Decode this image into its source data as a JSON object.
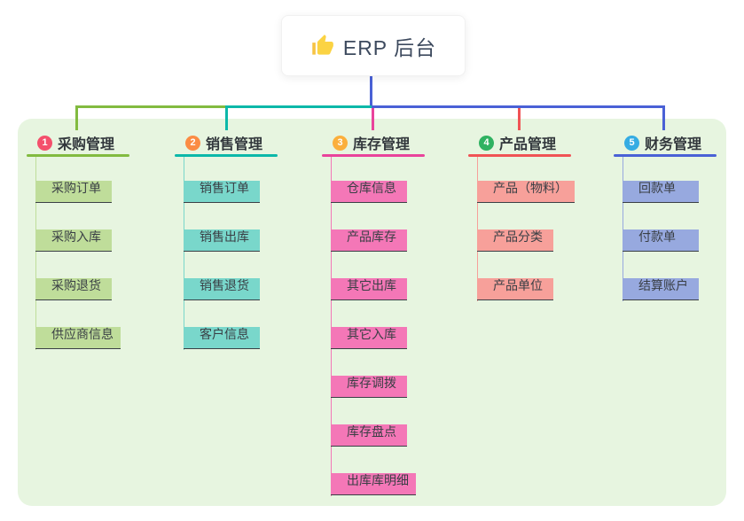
{
  "root": {
    "title": "ERP 后台",
    "icon": "thumbs-up-icon"
  },
  "canvas": {
    "panel_background": "#e7f5e0",
    "root_connector_color": "#4a61d6"
  },
  "branches": [
    {
      "index": "1",
      "label": "采购管理",
      "badge_color": "#f4506c",
      "line_color": "#82bb40",
      "child_line_color": "#bfdd9a",
      "children": [
        "采购订单",
        "采购入库",
        "采购退货",
        "供应商信息"
      ]
    },
    {
      "index": "2",
      "label": "销售管理",
      "badge_color": "#fb8c44",
      "line_color": "#0cb8a9",
      "child_line_color": "#79d7cb",
      "children": [
        "销售订单",
        "销售出库",
        "销售退货",
        "客户信息"
      ]
    },
    {
      "index": "3",
      "label": "库存管理",
      "badge_color": "#fbaf3c",
      "line_color": "#e9439b",
      "child_line_color": "#f477b7",
      "children": [
        "仓库信息",
        "产品库存",
        "其它出库",
        "其它入库",
        "库存调拨",
        "库存盘点",
        "出库库明细"
      ]
    },
    {
      "index": "4",
      "label": "产品管理",
      "badge_color": "#2fb261",
      "line_color": "#f05355",
      "child_line_color": "#f7a09a",
      "children": [
        "产品（物料）",
        "产品分类",
        "产品单位"
      ]
    },
    {
      "index": "5",
      "label": "财务管理",
      "badge_color": "#35ace3",
      "line_color": "#4a61d6",
      "child_line_color": "#97a9df",
      "children": [
        "回款单",
        "付款单",
        "结算账户"
      ]
    }
  ]
}
